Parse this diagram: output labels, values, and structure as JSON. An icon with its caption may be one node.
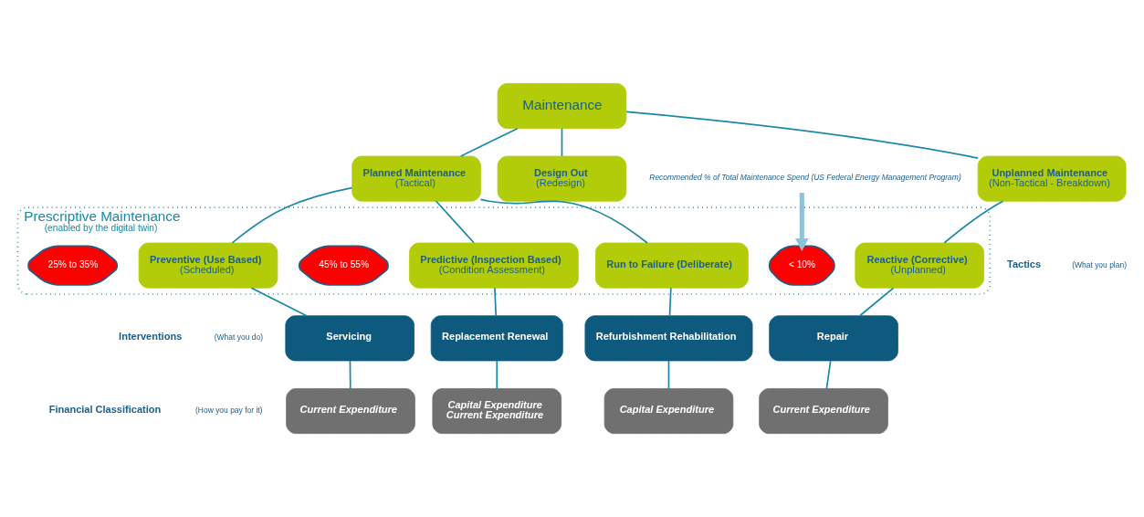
{
  "diagram": {
    "nodes": [
      {
        "text": [
          "Maintenance"
        ]
      },
      {
        "text": [
          "Planned Maintenance",
          "(Tactical)"
        ]
      },
      {
        "text": [
          "Design Out",
          "(Redesign)"
        ]
      },
      {
        "text": [
          "Unplanned Maintenance",
          "(Non-Tactical - Breakdown)"
        ]
      },
      {
        "text": [
          "Prescriptive Maintenance",
          "(enabled by the digital twin)"
        ]
      },
      {
        "text": [
          "25% to 35%"
        ],
        "in": 4
      },
      {
        "text": [
          "Preventive (Use Based)",
          "(Scheduled)"
        ],
        "in": 4
      },
      {
        "text": [
          "45% to 55%"
        ],
        "in": 4
      },
      {
        "text": [
          "Predictive (Inspection Based)",
          "(Condition Assessment)"
        ],
        "in": 4
      },
      {
        "text": [
          "Run to Failure (Deliberate)"
        ],
        "in": 4
      },
      {
        "text": [
          "< 10%"
        ],
        "in": 4
      },
      {
        "text": [
          "Reactive (Corrective)",
          "(Unplanned)"
        ],
        "in": 4
      },
      {
        "text": [
          "Servicing"
        ]
      },
      {
        "text": [
          "Replacement Renewal"
        ]
      },
      {
        "text": [
          "Refurbishment Rehabilitation"
        ]
      },
      {
        "text": [
          "Repair"
        ]
      },
      {
        "text": [
          "Current Expenditure"
        ]
      },
      {
        "text": [
          "Capital Expenditure",
          "Current Expenditure"
        ]
      },
      {
        "text": [
          "Capital Expenditure"
        ]
      },
      {
        "text": [
          "Current Expenditure"
        ]
      },
      {
        "text": [
          "Recommended % of Total Maintenance Spend (US Federal Energy Management Program)"
        ]
      }
    ],
    "edges": [
      {
        "from": 0,
        "to": 1,
        "arrow": "none"
      },
      {
        "from": 0,
        "to": 2,
        "arrow": "none"
      },
      {
        "from": 0,
        "to": 3,
        "arrow": "none"
      },
      {
        "from": 1,
        "to": 6,
        "arrow": "none"
      },
      {
        "from": 1,
        "to": 8,
        "arrow": "none"
      },
      {
        "from": 1,
        "to": 9,
        "arrow": "none"
      },
      {
        "from": 3,
        "to": 11,
        "arrow": "none"
      },
      {
        "from": 20,
        "to": 10,
        "arrow": "to",
        "style": "thick",
        "color": "#8cc3d9"
      },
      {
        "from": 6,
        "to": 12,
        "arrow": "none"
      },
      {
        "from": 8,
        "to": 13,
        "arrow": "none"
      },
      {
        "from": 9,
        "to": 14,
        "arrow": "none"
      },
      {
        "from": 11,
        "to": 15,
        "arrow": "none"
      },
      {
        "from": 12,
        "to": 16,
        "arrow": "none"
      },
      {
        "from": 13,
        "to": 17,
        "arrow": "none"
      },
      {
        "from": 14,
        "to": 18,
        "arrow": "none"
      },
      {
        "from": 15,
        "to": 19,
        "arrow": "none"
      }
    ],
    "labels": [
      "Tactics",
      "(What you plan)",
      "Interventions",
      "(What you do)",
      "Financial Classification",
      "(How you pay for it)"
    ]
  }
}
